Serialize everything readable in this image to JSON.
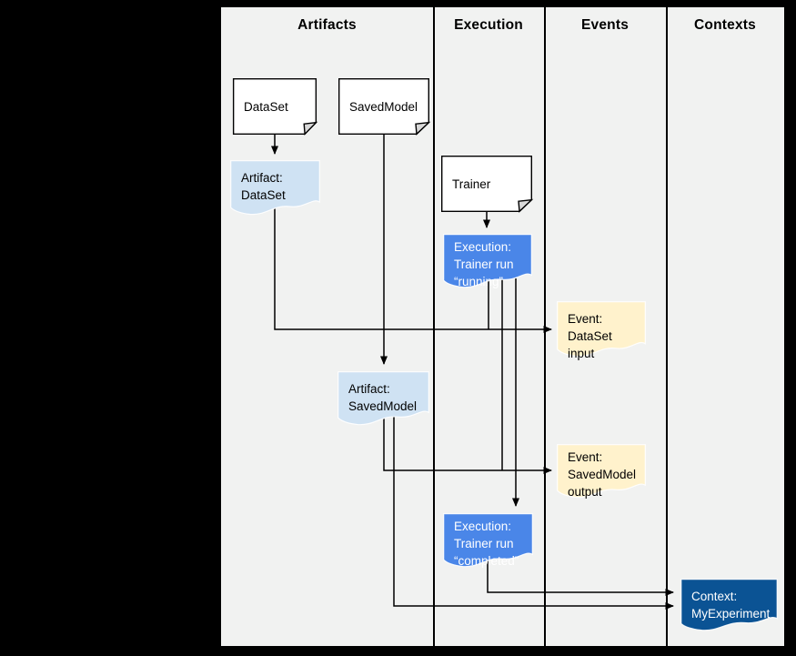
{
  "lanes": [
    {
      "label": "Artifacts"
    },
    {
      "label": "Execution"
    },
    {
      "label": "Events"
    },
    {
      "label": "Contexts"
    }
  ],
  "nodes": {
    "dataset": {
      "label": "DataSet",
      "type": "note"
    },
    "savedmodel": {
      "label": "SavedModel",
      "type": "note"
    },
    "trainer": {
      "label": "Trainer",
      "type": "note"
    },
    "artifact_dataset": {
      "label": "Artifact:\nDataSet",
      "type": "artifact"
    },
    "execution_running": {
      "label": "Execution:\nTrainer run\n“running”",
      "type": "execution"
    },
    "event_dataset_input": {
      "label": "Event:\nDataSet input",
      "type": "event"
    },
    "artifact_savedmodel": {
      "label": "Artifact:\nSavedModel",
      "type": "artifact"
    },
    "event_savedmodel_output": {
      "label": "Event:\nSavedModel\noutput",
      "type": "event"
    },
    "execution_completed": {
      "label": "Execution:\nTrainer run\n“completed”",
      "type": "execution"
    },
    "context_myexperiment": {
      "label": "Context:\nMyExperiment",
      "type": "context"
    }
  },
  "edges": [
    {
      "from": "DataSet",
      "to": "Artifact: DataSet"
    },
    {
      "from": "SavedModel",
      "to": "Artifact: SavedModel"
    },
    {
      "from": "Trainer",
      "to": "Execution: Trainer run “running”"
    },
    {
      "from": "Artifact: DataSet",
      "to": "Event: DataSet input"
    },
    {
      "from": "Execution: Trainer run “running”",
      "to": "Event: DataSet input"
    },
    {
      "from": "Execution: Trainer run “running”",
      "to": "Event: SavedModel output"
    },
    {
      "from": "Execution: Trainer run “running”",
      "to": "Execution: Trainer run “completed”"
    },
    {
      "from": "Artifact: SavedModel",
      "to": "Event: SavedModel output"
    },
    {
      "from": "Artifact: SavedModel",
      "to": "Context: MyExperiment"
    },
    {
      "from": "Execution: Trainer run “completed”",
      "to": "Context: MyExperiment"
    }
  ],
  "colors": {
    "page_background": "#000000",
    "canvas_background": "#f1f2f1",
    "note_fill": "#ffffff",
    "note_fold_fill": "#d9d9d9",
    "artifact_fill": "#cfe2f3",
    "execution_fill": "#4a86e8",
    "event_fill": "#fff2cc",
    "context_fill": "#0b5394",
    "line": "#000000"
  }
}
